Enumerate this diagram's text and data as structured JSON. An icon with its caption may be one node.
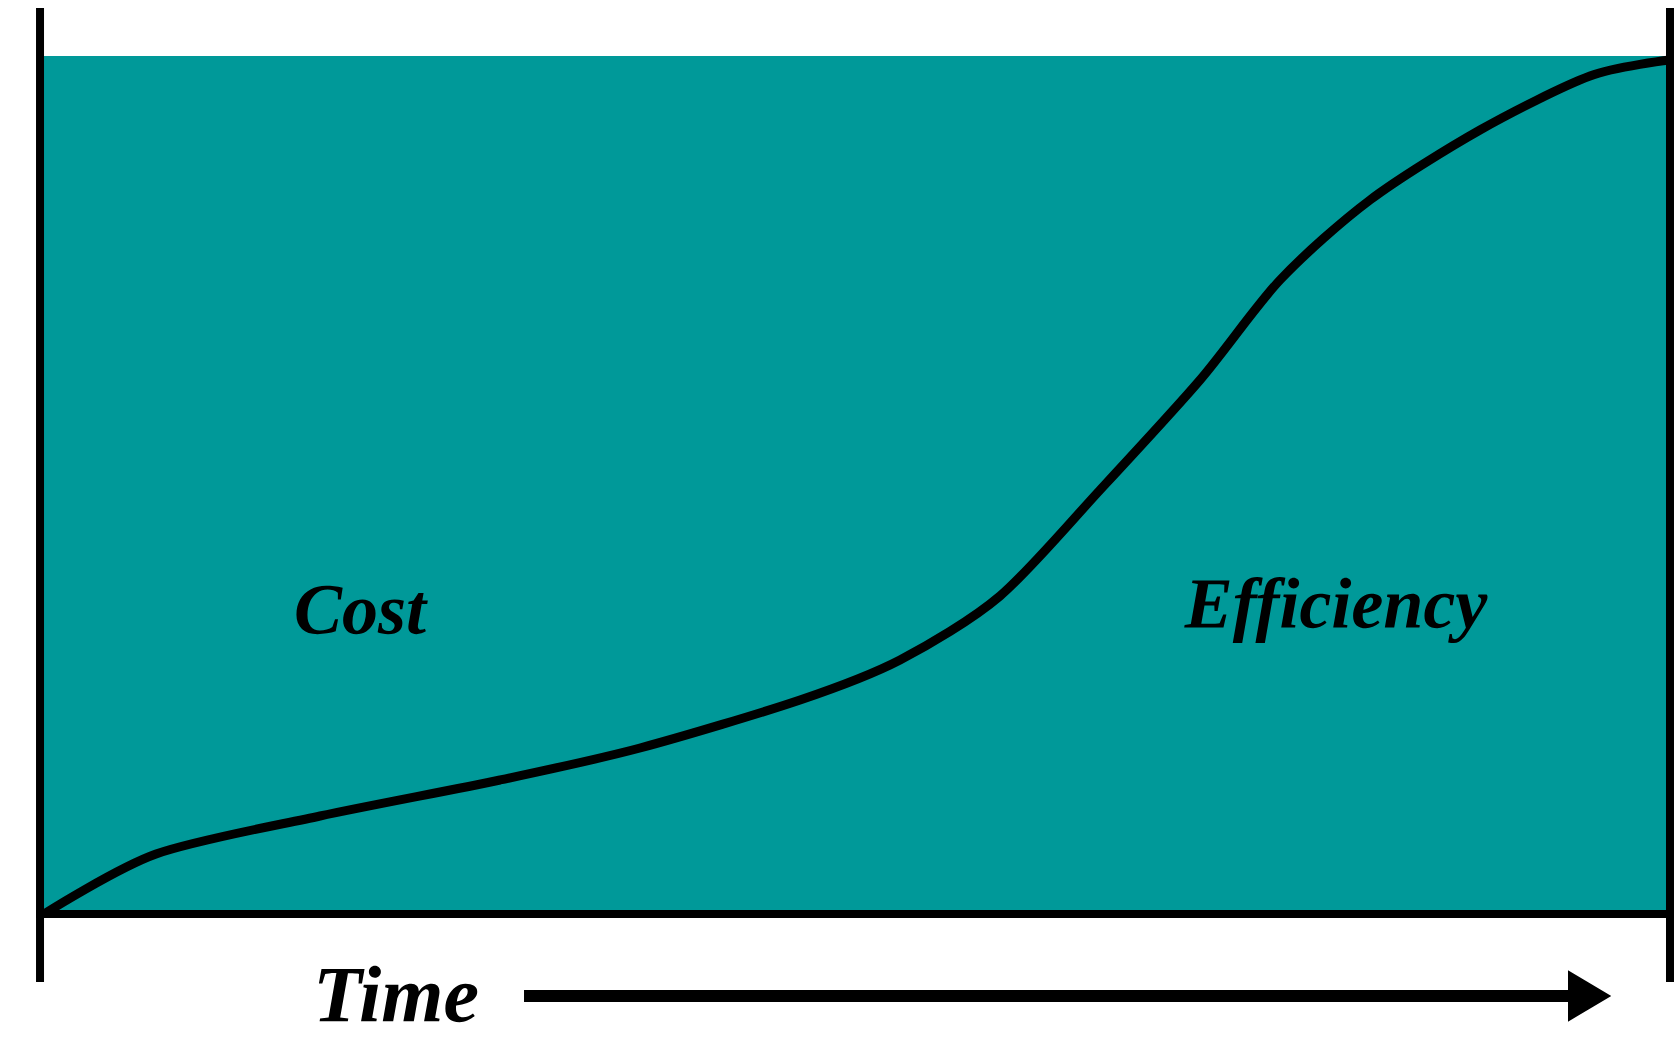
{
  "diagram": {
    "labels": [
      "Cost",
      "Efficiency",
      "Time"
    ]
  }
}
